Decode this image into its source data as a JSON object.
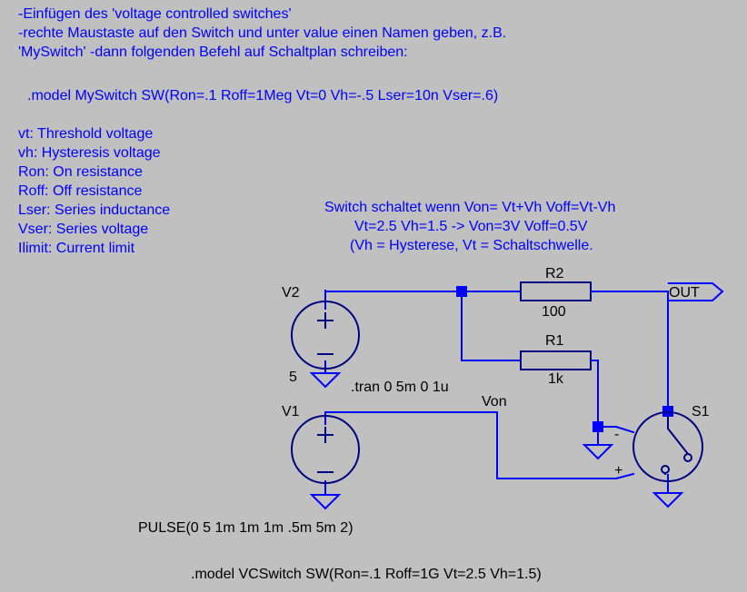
{
  "notes": {
    "intro": [
      "-Einfügen des 'voltage controlled switches'",
      "-rechte Maustaste auf den Switch und unter value einen Namen geben, z.B.",
      "'MySwitch' -dann folgenden Befehl auf Schaltplan schreiben:"
    ],
    "model_example": ".model MySwitch SW(Ron=.1 Roff=1Meg Vt=0 Vh=-.5 Lser=10n Vser=.6)",
    "params": [
      "vt: Threshold voltage",
      "vh: Hysteresis voltage",
      "Ron: On resistance",
      "Roff: Off resistance",
      "Lser: Series inductance",
      "Vser: Series voltage",
      "Ilimit: Current limit"
    ],
    "explain": [
      "Switch schaltet wenn Von= Vt+Vh Voff=Vt-Vh",
      "Vt=2.5 Vh=1.5 -> Von=3V Voff=0.5V",
      "(Vh = Hysterese, Vt = Schaltschwelle."
    ]
  },
  "schematic": {
    "v2_name": "V2",
    "v2_value": "5",
    "v1_name": "V1",
    "v1_value": "PULSE(0 5 1m 1m 1m .5m 5m 2)",
    "r2_name": "R2",
    "r2_value": "100",
    "r1_name": "R1",
    "r1_value": "1k",
    "s1_name": "S1",
    "out_label": "OUT",
    "von_label": "Von",
    "minus_sign": "-",
    "plus_sign": "+",
    "tran_directive": ".tran 0 5m 0 1u",
    "model_directive": ".model VCSwitch SW(Ron=.1 Roff=1G Vt=2.5 Vh=1.5)"
  },
  "colors": {
    "background": "#c0c0c0",
    "wire": "#0000ff",
    "component": "#000080",
    "text_blue": "#0000ff",
    "text_black": "#000000"
  }
}
